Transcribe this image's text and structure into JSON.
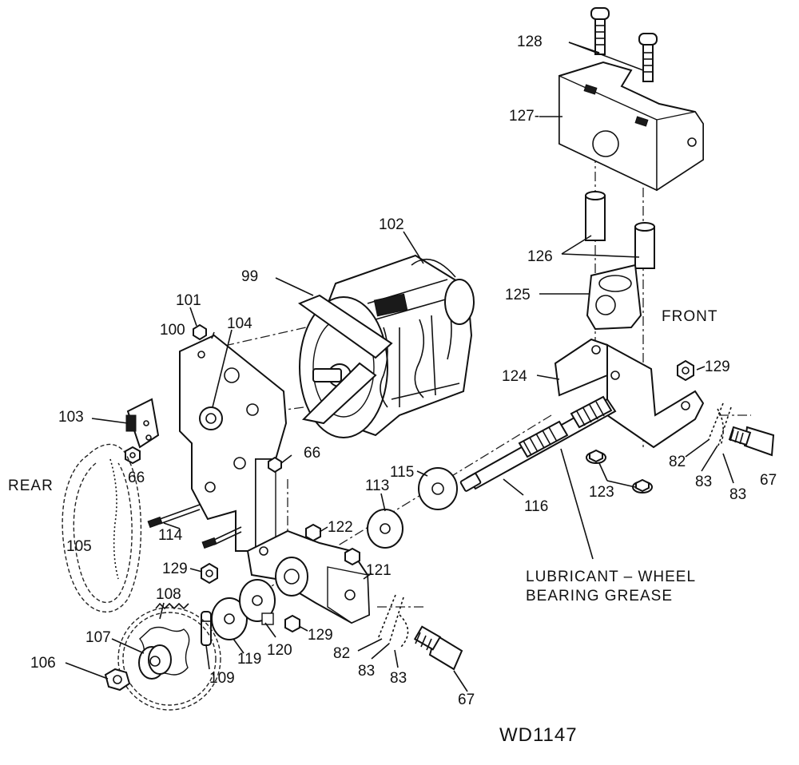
{
  "callouts": [
    {
      "id": "c128",
      "text": "128"
    },
    {
      "id": "c127",
      "text": "127-"
    },
    {
      "id": "c126",
      "text": "126"
    },
    {
      "id": "c125",
      "text": "125"
    },
    {
      "id": "c124",
      "text": "124"
    },
    {
      "id": "c129a",
      "text": "129"
    },
    {
      "id": "c102",
      "text": "102"
    },
    {
      "id": "c99",
      "text": "99"
    },
    {
      "id": "c101",
      "text": "101"
    },
    {
      "id": "c100",
      "text": "100"
    },
    {
      "id": "c104",
      "text": "104"
    },
    {
      "id": "c103",
      "text": "103"
    },
    {
      "id": "c66a",
      "text": "66"
    },
    {
      "id": "c66b",
      "text": "66"
    },
    {
      "id": "c105",
      "text": "105"
    },
    {
      "id": "c114",
      "text": "114"
    },
    {
      "id": "c129b",
      "text": "129"
    },
    {
      "id": "c122",
      "text": "122"
    },
    {
      "id": "c113",
      "text": "113"
    },
    {
      "id": "c115",
      "text": "115"
    },
    {
      "id": "c116",
      "text": "116"
    },
    {
      "id": "c123",
      "text": "123"
    },
    {
      "id": "c82a",
      "text": "82"
    },
    {
      "id": "c83a",
      "text": "83"
    },
    {
      "id": "c83b",
      "text": "83"
    },
    {
      "id": "c67a",
      "text": "67"
    },
    {
      "id": "c121",
      "text": "121"
    },
    {
      "id": "c108",
      "text": "108"
    },
    {
      "id": "c107",
      "text": "107"
    },
    {
      "id": "c106",
      "text": "106"
    },
    {
      "id": "c109",
      "text": "109"
    },
    {
      "id": "c119",
      "text": "119"
    },
    {
      "id": "c120",
      "text": "120"
    },
    {
      "id": "c129c",
      "text": "129"
    },
    {
      "id": "c82b",
      "text": "82"
    },
    {
      "id": "c83c",
      "text": "83"
    },
    {
      "id": "c83d",
      "text": "83"
    },
    {
      "id": "c67b",
      "text": "67"
    }
  ],
  "captions": {
    "front": "FRONT",
    "rear": "REAR",
    "lubricant_line1": "LUBRICANT – WHEEL",
    "lubricant_line2": "BEARING GREASE",
    "drawing_code": "WD1147"
  }
}
